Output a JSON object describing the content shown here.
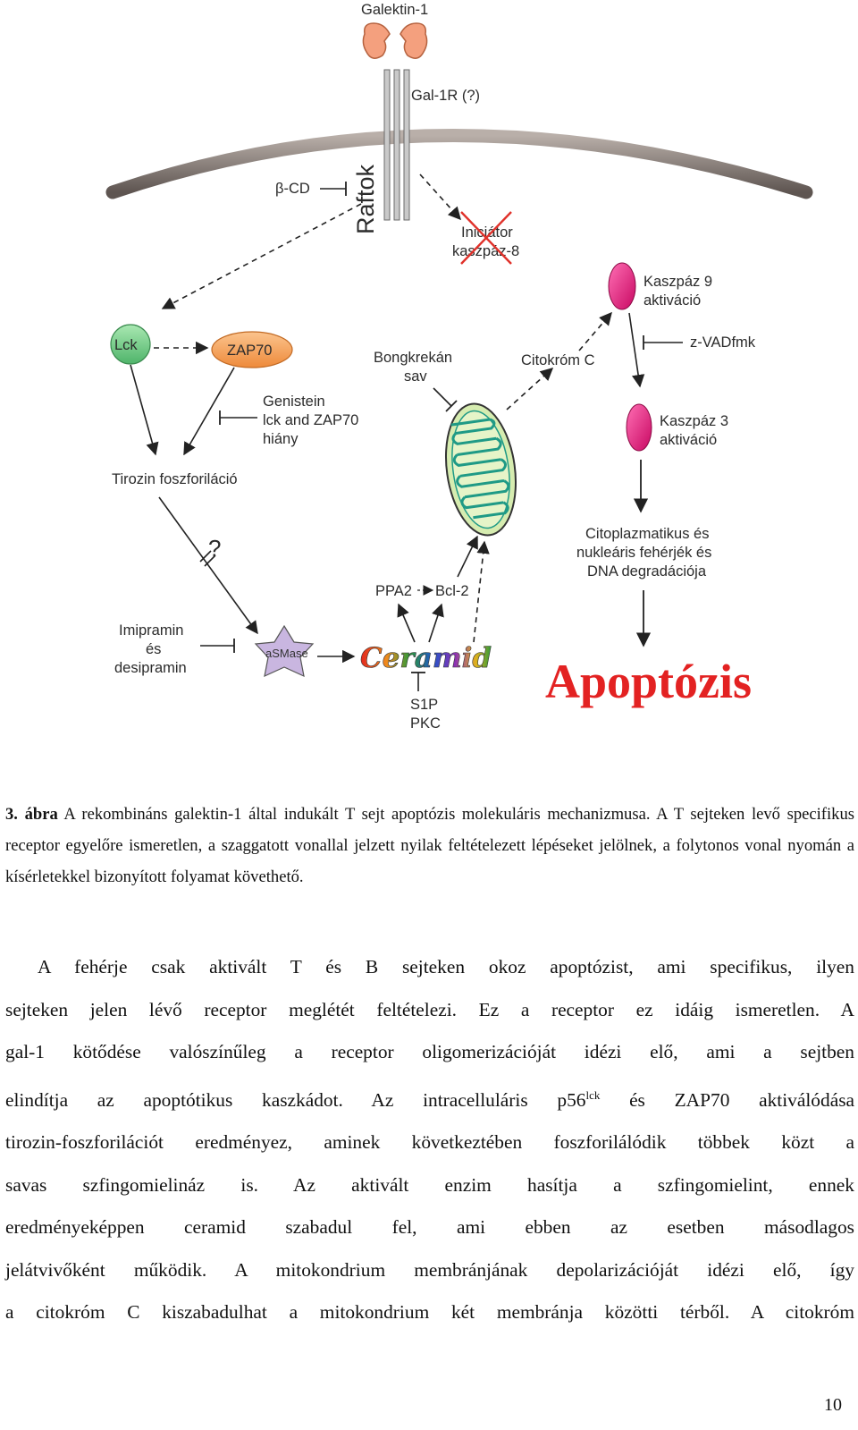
{
  "figure": {
    "labels": {
      "galektin": "Galektin-1",
      "gal1r": "Gal-1R (?)",
      "bcd": "β-CD",
      "raftok": "Raftok",
      "iniciator_1": "Iniciátor",
      "iniciator_2": "kaszpáz-8",
      "kaszpaz9_1": "Kaszpáz 9",
      "kaszpaz9_2": "aktiváció",
      "lck": "Lck",
      "zap70": "ZAP70",
      "bongkrekan_1": "Bongkrekán",
      "bongkrekan_2": "sav",
      "citokrom": "Citokróm C",
      "zvad": "z-VADfmk",
      "genistein_1": "Genistein",
      "genistein_2": "lck and ZAP70",
      "genistein_3": "hiány",
      "kaszpaz3_1": "Kaszpáz 3",
      "kaszpaz3_2": "aktiváció",
      "tirozin": "Tirozin foszforiláció",
      "question": "?",
      "citopl_1": "Citoplazmatikus és",
      "citopl_2": "nukleáris fehérjék és",
      "citopl_3": "DNA degradációja",
      "ppa2": "PPA2",
      "bcl2": "Bcl-2",
      "imipramin_1": "Imipramin",
      "imipramin_2": "és",
      "imipramin_3": "desipramin",
      "asmase": "aSMase",
      "ceramid": "Ceramid",
      "s1p": "S1P",
      "pkc": "PKC",
      "apoptozis": "Apoptózis"
    },
    "colors": {
      "galektin": "#f4a07e",
      "lck": "#7ed28e",
      "zap70": "#f6a15a",
      "caspase": "#e8137a",
      "mito": "#d6ecb0",
      "mito_cristae": "#1f9a86",
      "asmase": "#c9b6e0",
      "apoptozis": "#e32222",
      "cross": "#e0312a"
    }
  },
  "caption": {
    "label": "3. ábra",
    "text": " A rekombináns galektin-1 által indukált T sejt apoptózis molekuláris mechanizmusa. A T sejteken levő specifikus receptor egyelőre ismeretlen, a szaggatott vonallal jelzett nyilak feltételezett lépéseket jelölnek, a folytonos vonal nyomán a kísérletekkel bizonyított folyamat követhető."
  },
  "body": {
    "line1": "A fehérje csak aktivált T és B sejteken okoz apoptózist, ami specifikus, ilyen",
    "line2": "sejteken jelen lévő receptor meglétét feltételezi. Ez a receptor ez idáig ismeretlen. A",
    "line3": "gal-1 kötődése valószínűleg a receptor oligomerizációját idézi elő, ami a sejtben",
    "line4a": "elindítja az apoptótikus kaszkádot. Az intracelluláris p56",
    "line4sup": "lck",
    "line4b": " és ZAP70 aktiválódása",
    "line5": "tirozin-foszforilációt eredményez, aminek következtében foszforilálódik többek közt a",
    "line6": "savas szfingomielináz is. Az aktivált enzim hasítja a szfingomielint, ennek",
    "line7": "eredményeképpen ceramid szabadul fel, ami ebben az esetben másodlagos",
    "line8": "jelátvivőként működik. A mitokondrium membránjának depolarizációját idézi elő, így",
    "line9": "a citokróm C kiszabadulhat a mitokondrium két membránja közötti térből. A citokróm"
  },
  "page_number": "10"
}
